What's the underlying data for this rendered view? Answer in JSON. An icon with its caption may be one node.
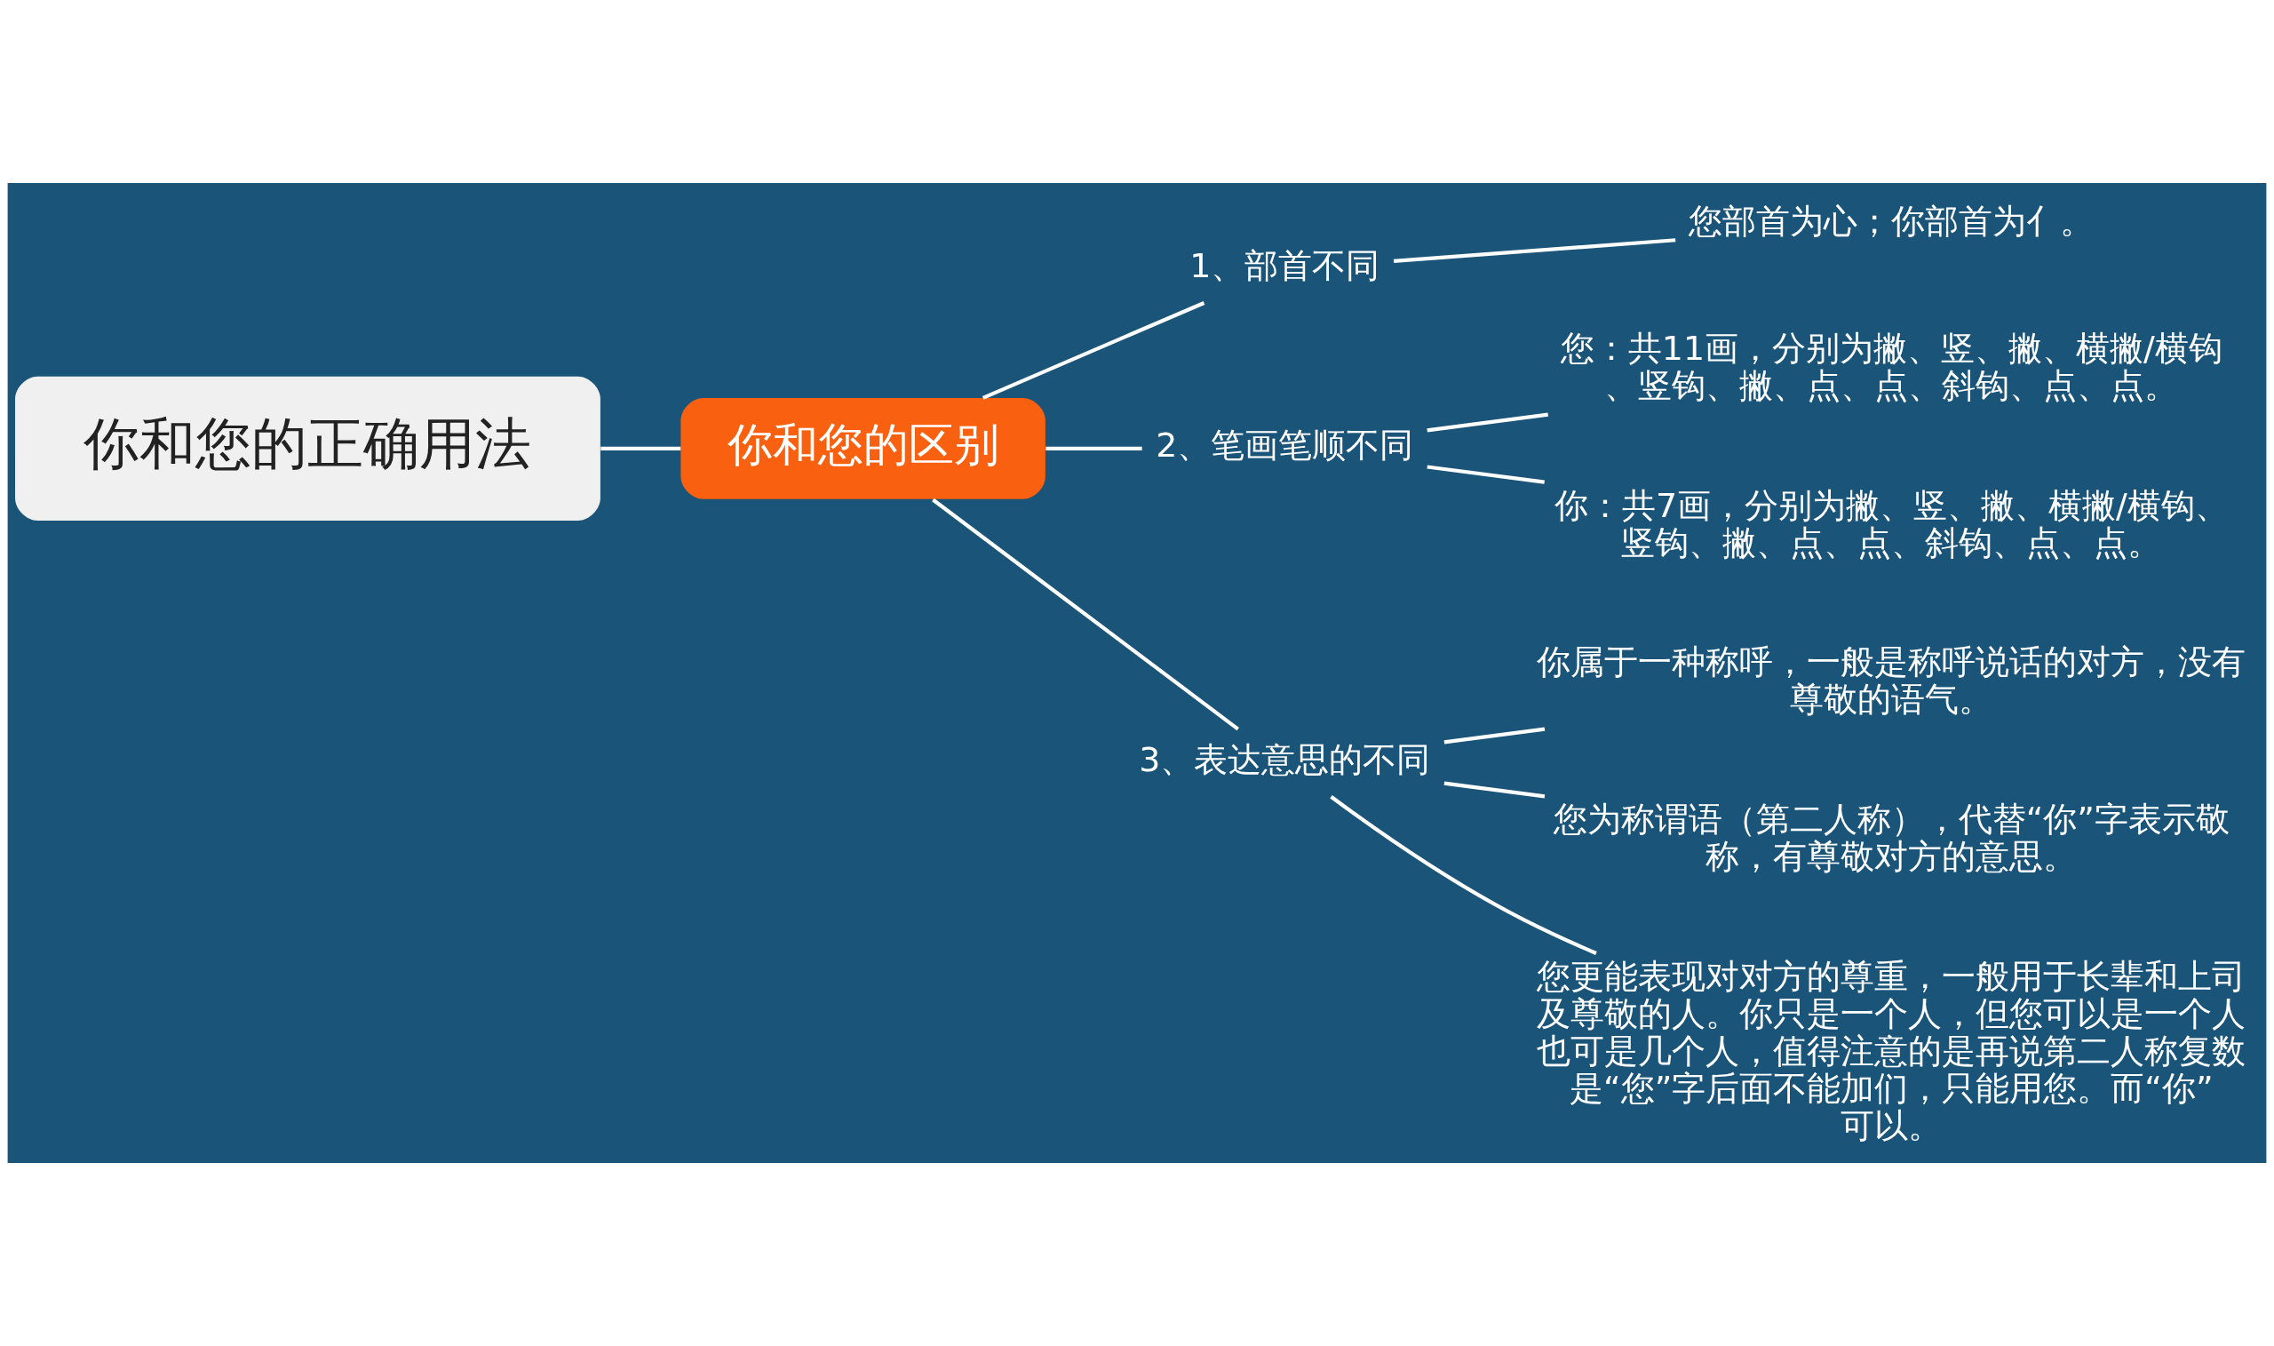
{
  "diagram": {
    "nodes": [
      {
        "text": [
          "你和您的正确用法"
        ]
      },
      {
        "text": [
          "你和您的区别"
        ]
      },
      {
        "text": [
          "1、部首不同"
        ]
      },
      {
        "text": [
          "您部首为心；你部首为亻。"
        ]
      },
      {
        "text": [
          "2、笔画笔顺不同"
        ]
      },
      {
        "text": [
          "您：共11画，分别为撇、竖、撇、横撇/横钩、竖钩、撇、点、点、斜钩、点、点。"
        ]
      },
      {
        "text": [
          "你：共7画，分别为撇、竖、撇、横撇/横钩、竖钩、撇、点、点、斜钩、点、点。"
        ]
      },
      {
        "text": [
          "3、表达意思的不同"
        ]
      },
      {
        "text": [
          "你属于一种称呼，一般是称呼说话的对方，没有尊敬的语气。"
        ]
      },
      {
        "text": [
          "您为称谓语（第二人称），代替“你”字表示敬称，有尊敬对方的意思。"
        ]
      },
      {
        "text": [
          "您更能表现对对方的尊重，一般用于长辈和上司及尊敬的人。你只是一个人，但您可以是一个人也可是几个人，值得注意的是再说第二人称复数是“您”字后面不能加们，只能用您。而“你”可以。"
        ]
      }
    ],
    "edges": [
      {
        "from": 0,
        "to": 1,
        "arrow": "none"
      },
      {
        "from": 1,
        "to": 2,
        "arrow": "none"
      },
      {
        "from": 1,
        "to": 4,
        "arrow": "none"
      },
      {
        "from": 1,
        "to": 7,
        "arrow": "none"
      },
      {
        "from": 2,
        "to": 3,
        "arrow": "none"
      },
      {
        "from": 4,
        "to": 5,
        "arrow": "none"
      },
      {
        "from": 4,
        "to": 6,
        "arrow": "none"
      },
      {
        "from": 7,
        "to": 8,
        "arrow": "none"
      },
      {
        "from": 7,
        "to": 9,
        "arrow": "none"
      },
      {
        "from": 7,
        "to": 10,
        "arrow": "none"
      }
    ]
  }
}
